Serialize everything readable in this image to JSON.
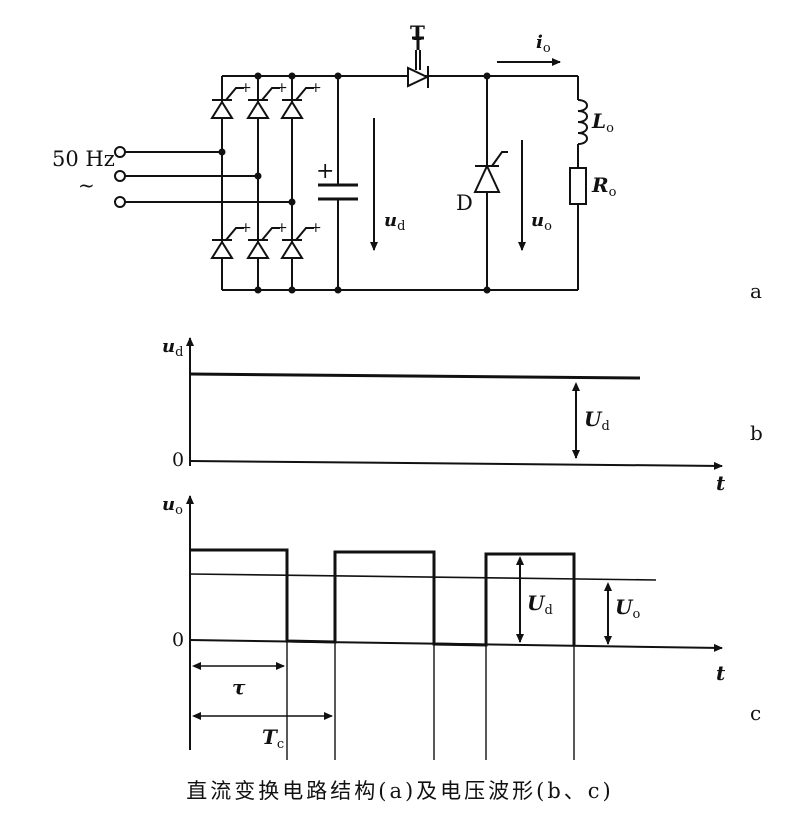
{
  "circuit": {
    "source_label": "50 Hz",
    "source_symbol": "~",
    "voltage_ud": "u",
    "voltage_ud_sub": "d",
    "switch_label": "T",
    "current_label": "i",
    "current_sub": "o",
    "diode_label": "D",
    "voltage_uo": "u",
    "voltage_uo_sub": "o",
    "inductor_label": "L",
    "inductor_sub": "o",
    "resistor_label": "R",
    "resistor_sub": "o",
    "capacitor_plus": "+"
  },
  "panel_b": {
    "tag": "b",
    "y_axis": "u",
    "y_axis_sub": "d",
    "origin": "0",
    "x_axis": "t",
    "level_label": "U",
    "level_sub": "d"
  },
  "panel_c": {
    "tag": "c",
    "y_axis": "u",
    "y_axis_sub": "o",
    "origin": "0",
    "x_axis": "t",
    "pulse_label": "U",
    "pulse_sub": "d",
    "avg_label": "U",
    "avg_sub": "o",
    "tau_label": "τ",
    "period_label": "T",
    "period_sub": "c"
  },
  "panel_a": {
    "tag": "a"
  },
  "caption": "直流变换电路结构(a)及电压波形(b、c)"
}
